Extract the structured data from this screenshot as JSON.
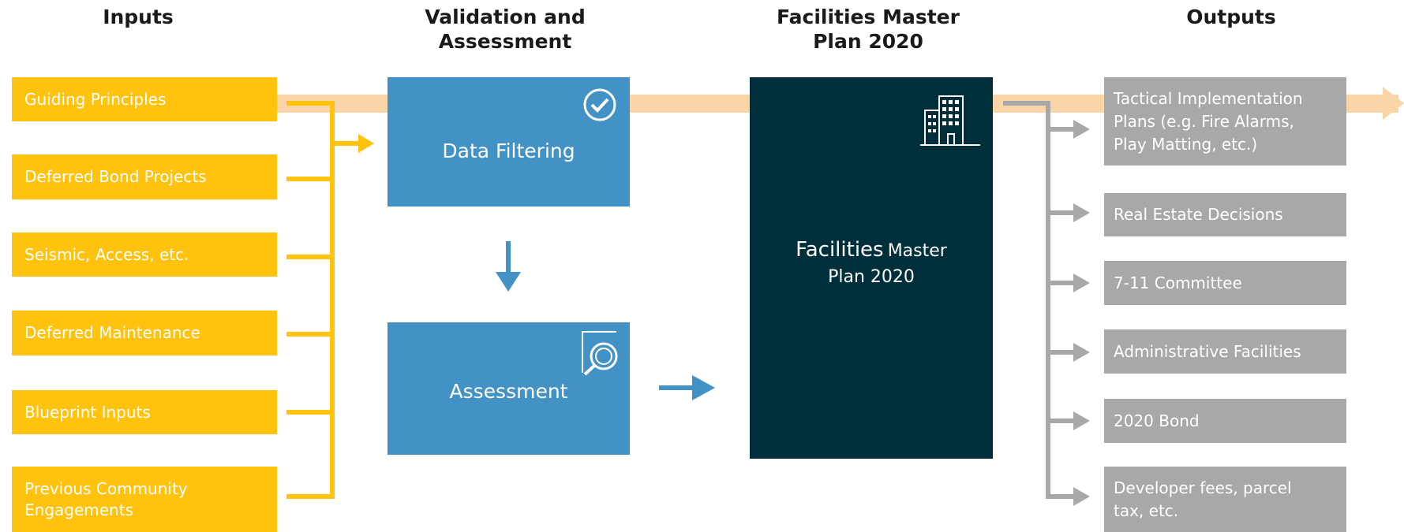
{
  "headers": {
    "inputs": "Inputs",
    "validation_line1": "Validation and",
    "validation_line2": "Assessment",
    "fmp_line1": "Facilities Master",
    "fmp_line2": "Plan 2020",
    "outputs": "Outputs"
  },
  "inputs": [
    "Guiding Principles",
    "Deferred Bond Projects",
    "Seismic, Access, etc.",
    "Deferred Maintenance",
    "Blueprint Inputs",
    "Previous Community",
    "Engagements"
  ],
  "process": {
    "data_filtering": "Data Filtering",
    "assessment": "Assessment"
  },
  "fmp_box": {
    "word1": "Facilities",
    "word2": "Master",
    "line2": "Plan 2020"
  },
  "outputs": [
    "Tactical Implementation",
    "Plans (e.g. Fire Alarms,",
    "Play Matting, etc.)",
    "Real Estate Decisions",
    "7-11 Committee",
    "Administrative Facilities",
    "2020 Bond",
    "Developer fees, parcel",
    "tax, etc."
  ],
  "icons": {
    "check": "check-circle-icon",
    "search": "document-search-icon",
    "building": "building-icon"
  },
  "colors": {
    "input_yellow": "#FFC20E",
    "process_blue": "#4292C6",
    "fmp_navy": "#002F3C",
    "output_gray": "#A6A8AA",
    "main_arrow_peach": "#F9D5A7"
  }
}
